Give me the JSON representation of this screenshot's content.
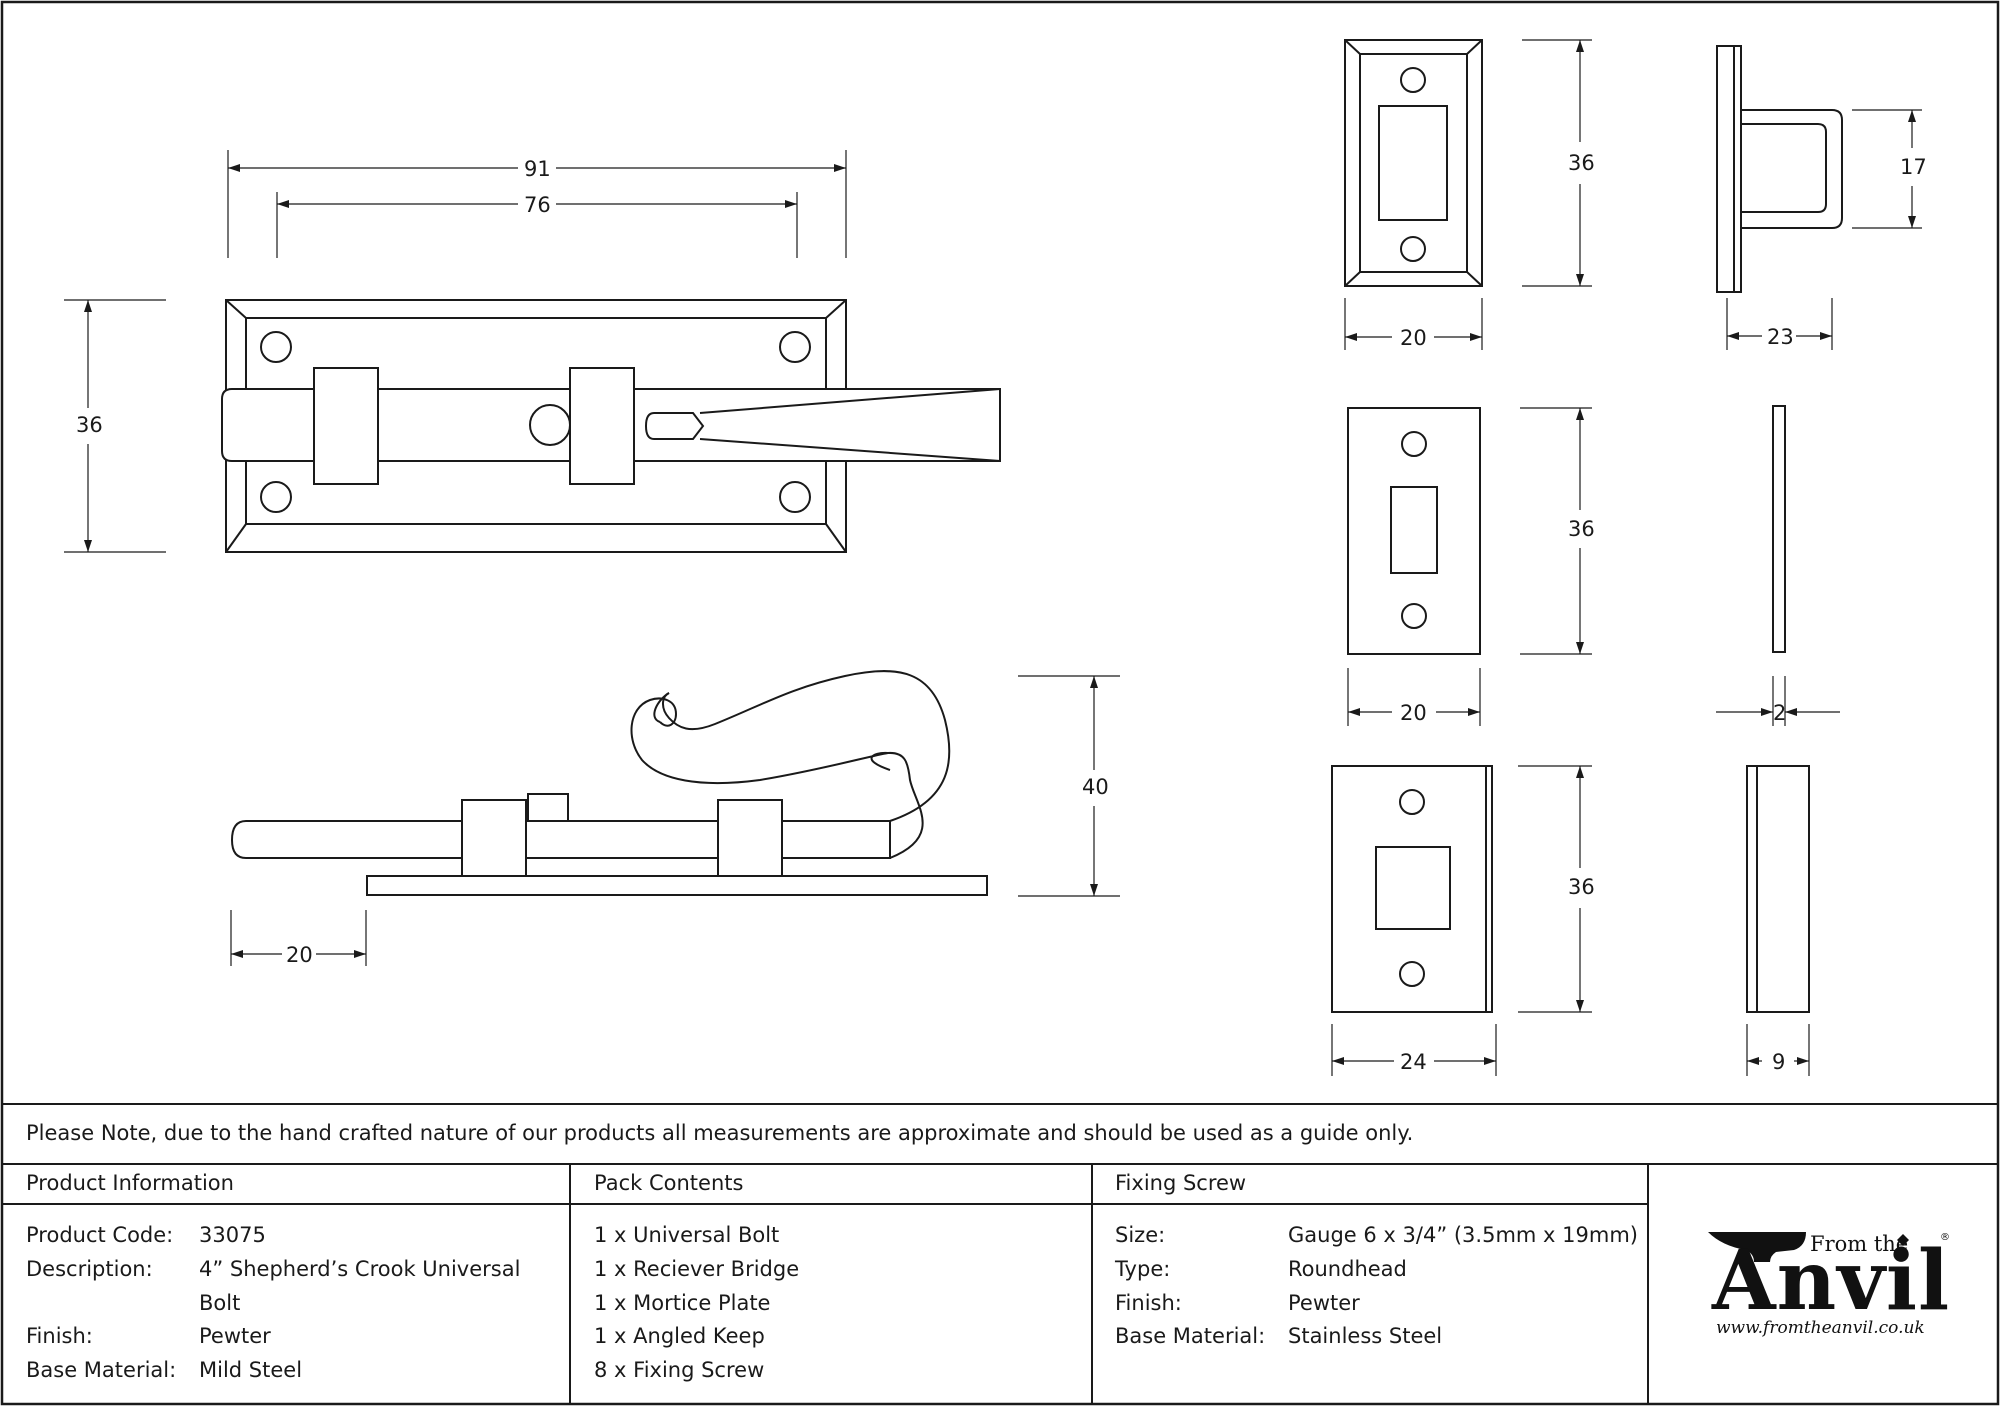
{
  "dimensions": {
    "top_overall_width": "91",
    "top_hole_width": "76",
    "top_height": "36",
    "side_pull": "20",
    "side_height": "40",
    "keep1_height": "36",
    "keep1_width": "20",
    "keep1_side_height": "17",
    "keep1_side_depth": "23",
    "keep2_height": "36",
    "keep2_width": "20",
    "keep2_side_thickness": "2",
    "keep3_height": "36",
    "keep3_width": "24",
    "keep3_side_depth": "9"
  },
  "note": "Please Note, due to the hand crafted nature of our products all measurements are approximate and should be used as a guide only.",
  "product_information": {
    "header": "Product Information",
    "rows": [
      {
        "label": "Product Code:",
        "value": "33075"
      },
      {
        "label": "Description:",
        "value": "4” Shepherd’s Crook Universal"
      },
      {
        "label": "",
        "value": "Bolt"
      },
      {
        "label": "Finish:",
        "value": "Pewter"
      },
      {
        "label": "Base Material:",
        "value": "Mild Steel"
      }
    ]
  },
  "pack_contents": {
    "header": "Pack Contents",
    "items": [
      "1 x Universal Bolt",
      "1 x Reciever Bridge",
      "1 x Mortice Plate",
      "1 x Angled Keep",
      "8 x Fixing Screw"
    ]
  },
  "fixing_screw": {
    "header": "Fixing Screw",
    "rows": [
      {
        "label": "Size:",
        "value": "Gauge 6 x 3/4” (3.5mm x 19mm)"
      },
      {
        "label": "Type:",
        "value": "Roundhead"
      },
      {
        "label": "Finish:",
        "value": "Pewter"
      },
      {
        "label": "Base Material:",
        "value": "Stainless Steel"
      }
    ]
  },
  "logo": {
    "from_the": "From the",
    "anvil": "Anvil",
    "url": "www.fromtheanvil.co.uk",
    "registered": "®"
  }
}
